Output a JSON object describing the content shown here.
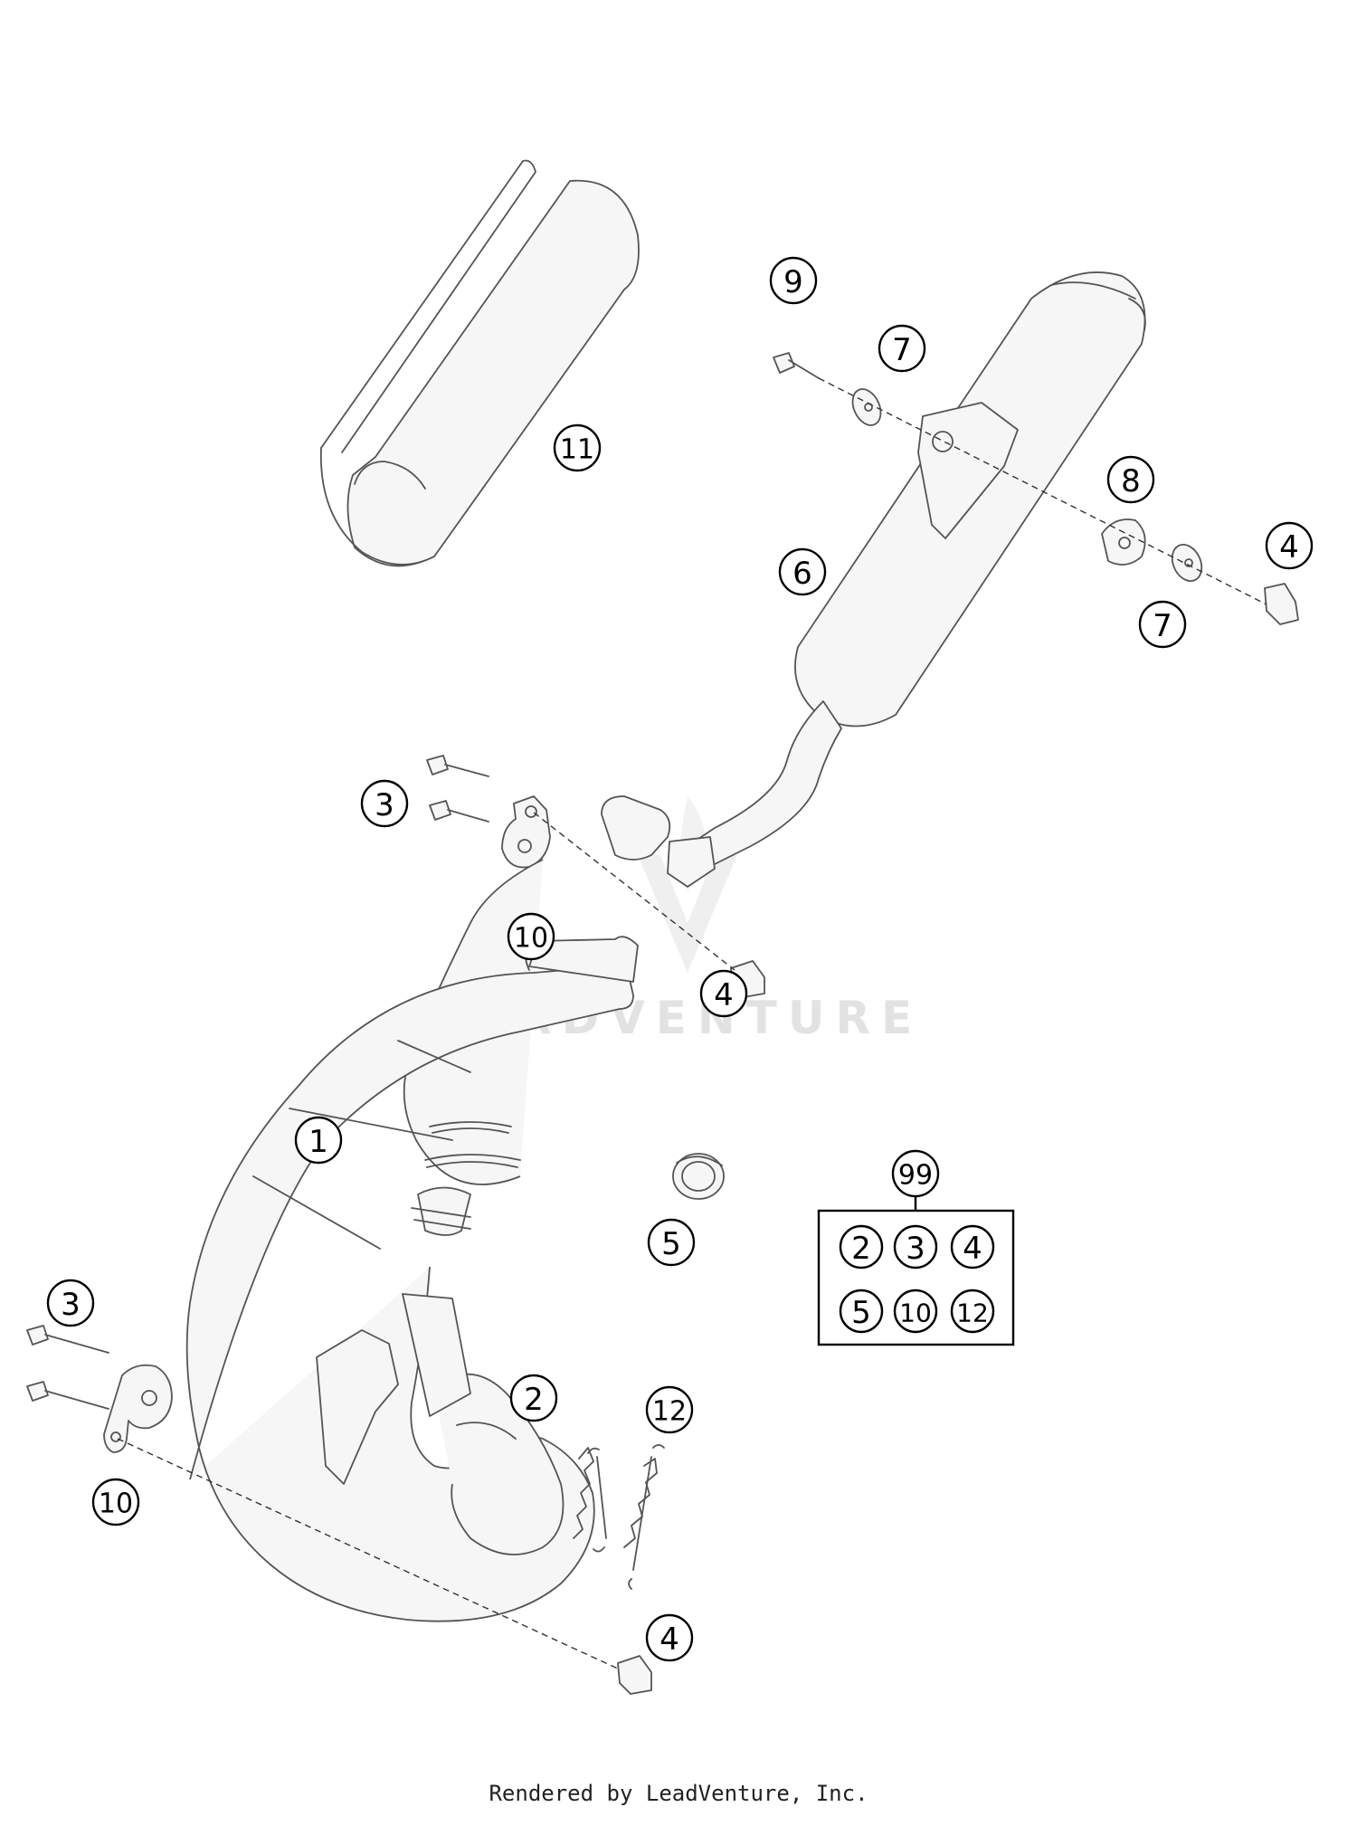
{
  "callouts": {
    "c1": "1",
    "c2": "2",
    "c3a": "3",
    "c3b": "3",
    "c4a": "4",
    "c4b": "4",
    "c4c": "4",
    "c5": "5",
    "c6": "6",
    "c7a": "7",
    "c7b": "7",
    "c8": "8",
    "c9": "9",
    "c10a": "10",
    "c10b": "10",
    "c11": "11",
    "c12": "12",
    "c99": "99"
  },
  "kit_box": [
    "2",
    "3",
    "4",
    "5",
    "10",
    "12"
  ],
  "watermark": "LEADVENTURE",
  "footer": "Rendered by LeadVenture, Inc."
}
